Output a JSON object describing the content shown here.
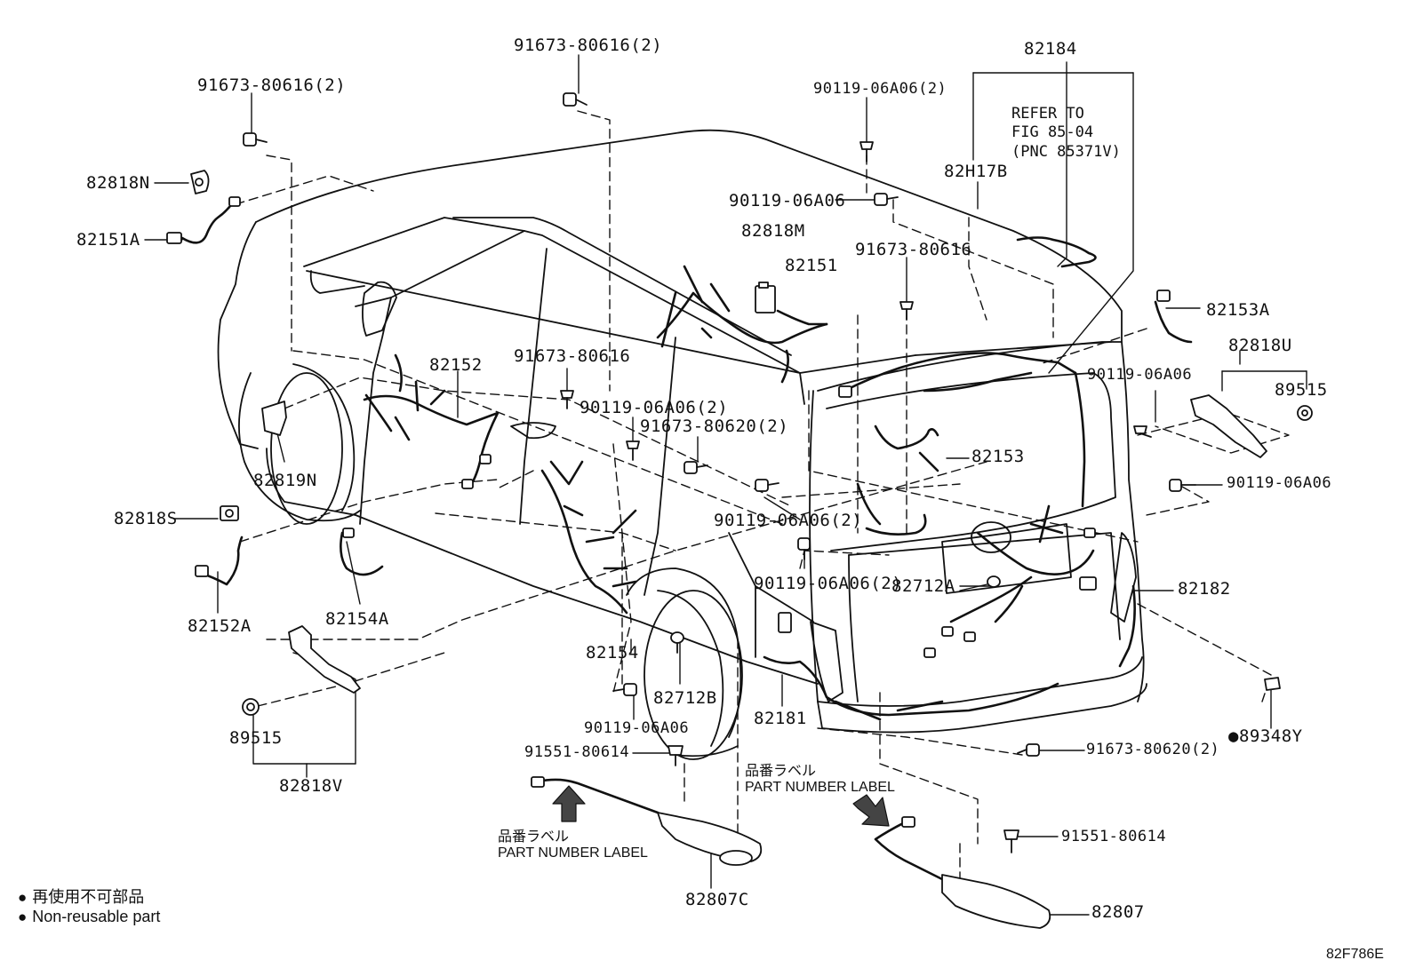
{
  "diagram_code": "82F786E",
  "reference_note": {
    "line1": "REFER TO",
    "line2": "FIG 85-04",
    "line3": "(PNC 85371V)"
  },
  "part_number_label": {
    "jp": "品番ラベル",
    "en": "PART NUMBER LABEL"
  },
  "legend": {
    "symbol": "●",
    "jp": "再使用不可部品",
    "en": "Non-reusable part"
  },
  "callouts": {
    "p_91673_80616_2_top": "91673-80616(2)",
    "p_91673_80616_2_left": "91673-80616(2)",
    "p_82818N": "82818N",
    "p_82151A": "82151A",
    "p_82152": "82152",
    "p_82819N": "82819N",
    "p_82818S": "82818S",
    "p_82152A": "82152A",
    "p_82154A": "82154A",
    "p_89515_left": "89515",
    "p_82818V": "82818V",
    "p_91673_80616_mid": "91673-80616",
    "p_90119_06A06_2_a": "90119-06A06(2)",
    "p_91673_80620_2_mid": "91673-80620(2)",
    "p_90119_06A06_2_top": "90119-06A06(2)",
    "p_90119_06A06_top2": "90119-06A06",
    "p_82818M": "82818M",
    "p_82151": "82151",
    "p_91673_80616_right": "91673-80616",
    "p_82184": "82184",
    "p_82H17B": "82H17B",
    "p_82153A": "82153A",
    "p_82818U": "82818U",
    "p_90119_06A06_r1": "90119-06A06",
    "p_89515_right": "89515",
    "p_82153": "82153",
    "p_90119_06A06_r2": "90119-06A06",
    "p_90119_06A06_2_b": "90119-06A06(2)",
    "p_90119_06A06_2_c": "90119-06A06(2)",
    "p_82712A": "82712A",
    "p_82182": "82182",
    "p_82154": "82154",
    "p_82712B": "82712B",
    "p_90119_06A06_bot": "90119-06A06",
    "p_82181": "82181",
    "p_89348Y": "●89348Y",
    "p_91673_80620_2_bot": "91673-80620(2)",
    "p_91551_80614_left": "91551-80614",
    "p_91551_80614_right": "91551-80614",
    "p_82807C": "82807C",
    "p_82807": "82807"
  }
}
